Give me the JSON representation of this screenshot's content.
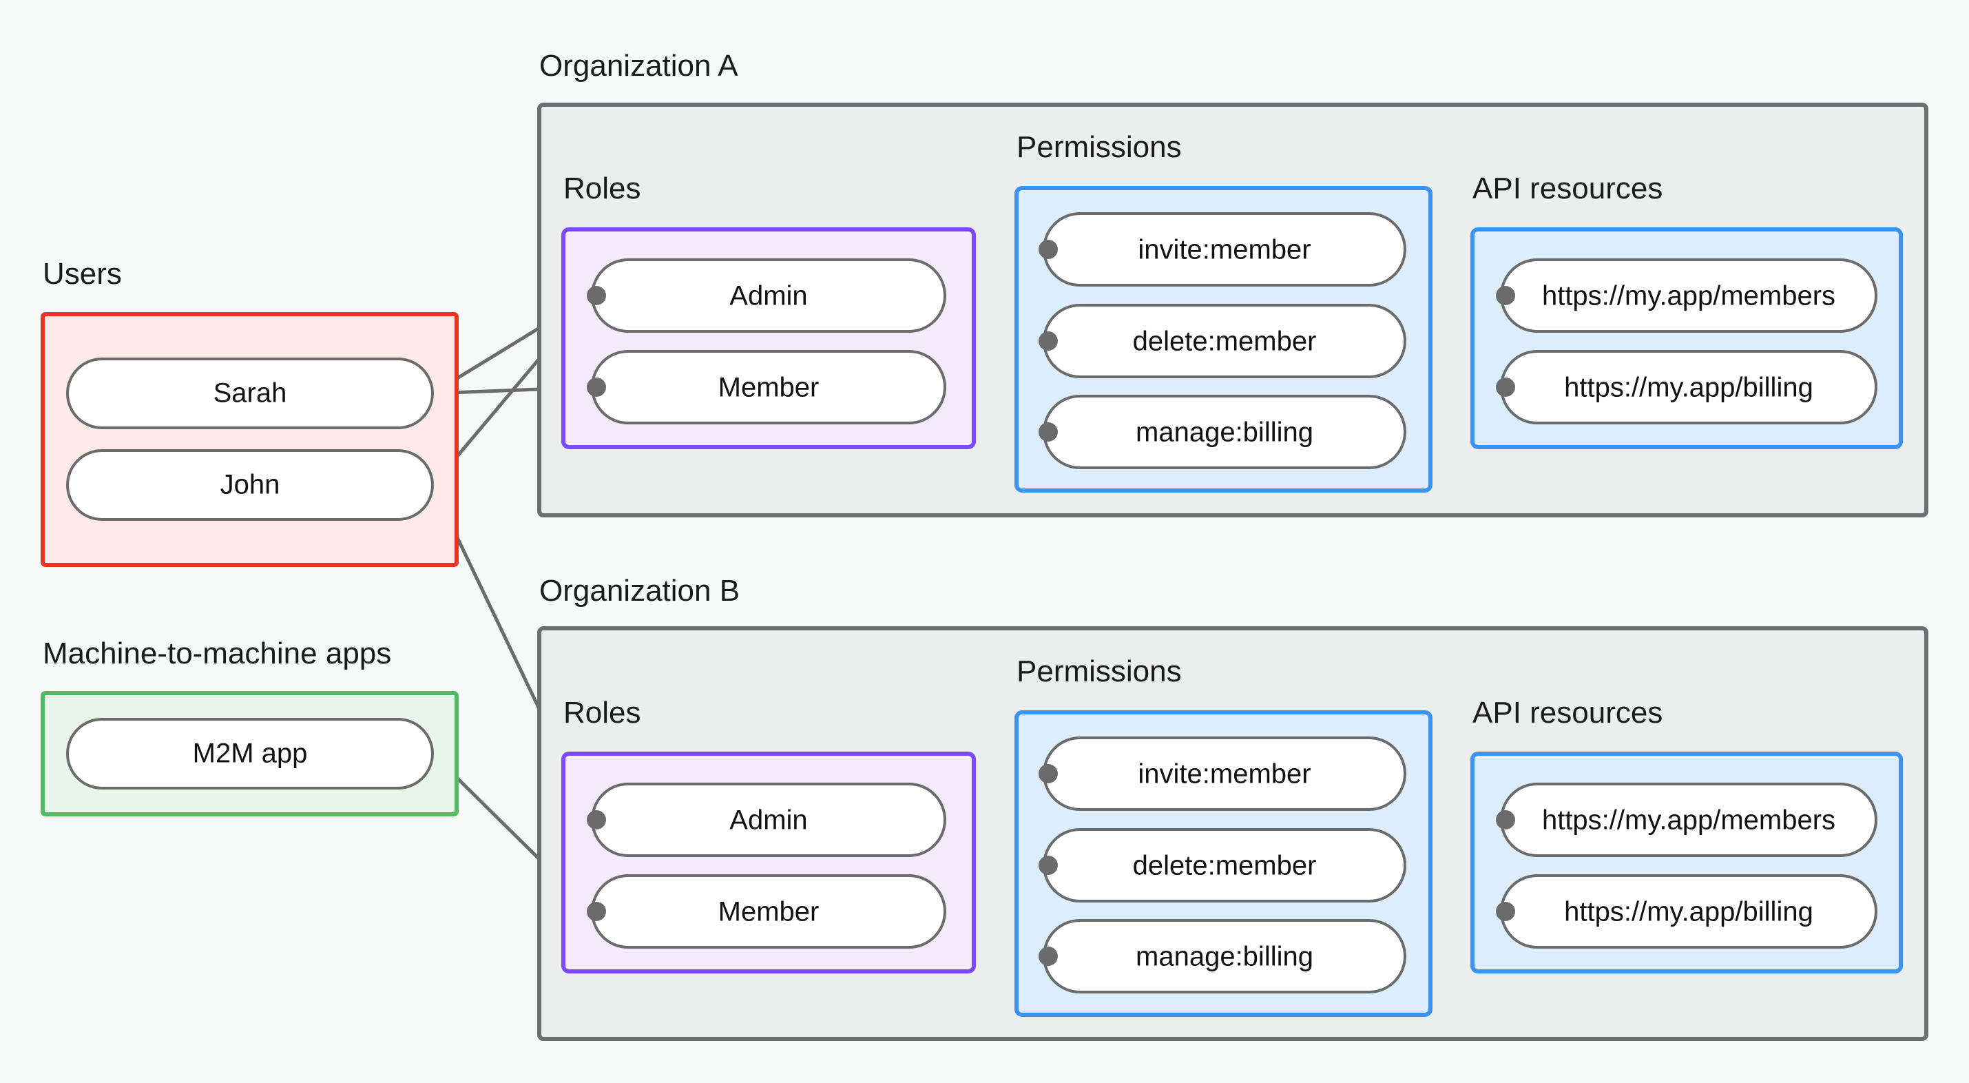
{
  "diagram": {
    "title_groups": {
      "users": "Users",
      "m2m": "Machine-to-machine apps",
      "org_a": "Organization A",
      "org_b": "Organization B",
      "roles": "Roles",
      "permissions": "Permissions",
      "api_resources": "API resources"
    },
    "colors": {
      "background": "#f7f9f9",
      "org_container_fill": "#eceeed",
      "org_container_stroke": "#6b6f71",
      "users_fill": "#fdeae8",
      "users_stroke": "#e93323",
      "m2m_fill": "#e8f6e9",
      "m2m_stroke": "#52bb62",
      "roles_fill": "#f4eafc",
      "roles_stroke": "#7b4bfb",
      "blue_fill": "#dceefc",
      "blue_stroke": "#3b92f0",
      "node_fill": "#ffffff",
      "node_stroke": "#6b6b6b",
      "edge_stroke": "#6b6b6b",
      "text": "#111111"
    },
    "users": {
      "label": "Users",
      "items": [
        {
          "label": "Sarah"
        },
        {
          "label": "John"
        }
      ]
    },
    "m2m": {
      "label": "Machine-to-machine apps",
      "items": [
        {
          "label": "M2M app"
        }
      ]
    },
    "organizations": [
      {
        "label": "Organization A",
        "roles": {
          "label": "Roles",
          "items": [
            {
              "label": "Admin"
            },
            {
              "label": "Member"
            }
          ]
        },
        "permissions": {
          "label": "Permissions",
          "items": [
            {
              "label": "invite:member"
            },
            {
              "label": "delete:member"
            },
            {
              "label": "manage:billing"
            }
          ]
        },
        "api_resources": {
          "label": "API resources",
          "items": [
            {
              "label": "https://my.app/members"
            },
            {
              "label": "https://my.app/billing"
            }
          ]
        }
      },
      {
        "label": "Organization B",
        "roles": {
          "label": "Roles",
          "items": [
            {
              "label": "Admin"
            },
            {
              "label": "Member"
            }
          ]
        },
        "permissions": {
          "label": "Permissions",
          "items": [
            {
              "label": "invite:member"
            },
            {
              "label": "delete:member"
            },
            {
              "label": "manage:billing"
            }
          ]
        },
        "api_resources": {
          "label": "API resources",
          "items": [
            {
              "label": "https://my.app/members"
            },
            {
              "label": "https://my.app/billing"
            }
          ]
        }
      }
    ],
    "connections": [
      {
        "from": "Sarah",
        "to": "Organization A / Admin"
      },
      {
        "from": "Sarah",
        "to": "Organization A / Member"
      },
      {
        "from": "John",
        "to": "Organization A / Admin"
      },
      {
        "from": "John",
        "to": "Organization B / Admin"
      },
      {
        "from": "M2M app",
        "to": "Organization B / Member"
      },
      {
        "from": "Organization A / Admin",
        "to": "Organization A / invite:member"
      },
      {
        "from": "Organization A / Admin",
        "to": "Organization A / delete:member"
      },
      {
        "from": "Organization A / Member",
        "to": "Organization A / manage:billing"
      },
      {
        "from": "Organization A / invite:member",
        "to": "Organization A / https://my.app/members"
      },
      {
        "from": "Organization A / delete:member",
        "to": "Organization A / https://my.app/members"
      },
      {
        "from": "Organization A / manage:billing",
        "to": "Organization A / https://my.app/billing"
      },
      {
        "from": "Organization B / Admin",
        "to": "Organization B / invite:member"
      },
      {
        "from": "Organization B / Admin",
        "to": "Organization B / delete:member"
      },
      {
        "from": "Organization B / Member",
        "to": "Organization B / manage:billing"
      },
      {
        "from": "Organization B / invite:member",
        "to": "Organization B / https://my.app/members"
      },
      {
        "from": "Organization B / delete:member",
        "to": "Organization B / https://my.app/members"
      },
      {
        "from": "Organization B / manage:billing",
        "to": "Organization B / https://my.app/billing"
      }
    ]
  }
}
